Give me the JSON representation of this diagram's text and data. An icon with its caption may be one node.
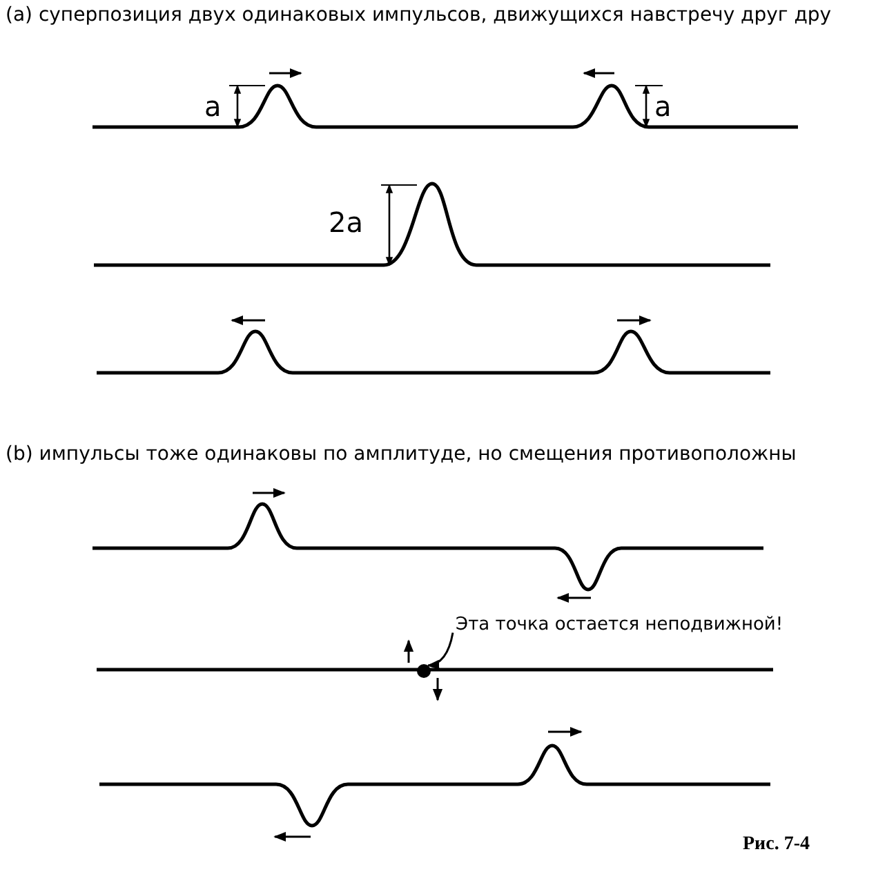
{
  "diagram": {
    "caption": "Рис. 7-4",
    "nodes": [
      {
        "text": [
          "Эта точка остается неподвижной!"
        ]
      },
      {
        "text": [],
        "shape": "circle"
      }
    ],
    "edges": [
      {
        "from": 0,
        "to": 1,
        "arrow": "to"
      }
    ],
    "labels": [
      "(a) суперпозиция двух одинаковых импульсов, движущихся навстречу друг дру",
      "a",
      "a",
      "2a",
      "(b) импульсы тоже одинаковы по амплитуде, но смещения противоположны"
    ]
  }
}
